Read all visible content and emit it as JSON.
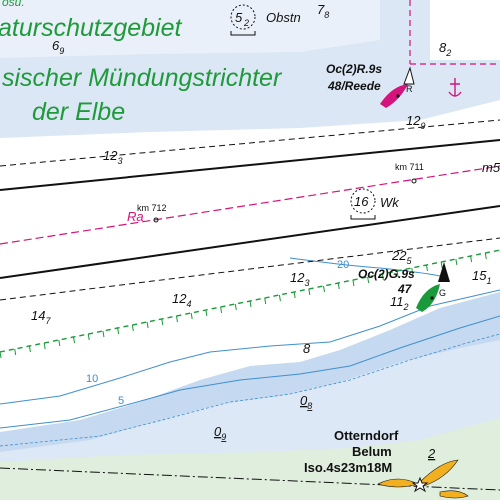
{
  "areas": {
    "reserve_name_line1": "aturschutzgebiet",
    "estuary_name_line1": "sischer Mündungstrichter",
    "estuary_name_line2": "der Elbe",
    "top_cut_text": "osu."
  },
  "channel": {
    "km_712": "km 712",
    "km_711": "km 711",
    "range_line_label": "Ra",
    "right_edge_label": "m5"
  },
  "obstructions": [
    {
      "depth_main": "5",
      "depth_sub": "2",
      "label": "Obstn"
    },
    {
      "depth_main": "16",
      "depth_sub": "",
      "label": "Wk"
    }
  ],
  "buoys": {
    "north": {
      "light": "Oc(2)R.9s",
      "name": "48/Reede",
      "letter": "R",
      "color": "#d4147c"
    },
    "south": {
      "light": "Oc(2)G.9s",
      "name": "47",
      "letter": "G",
      "color": "#1a9a3a"
    }
  },
  "lighthouse": {
    "name_line1": "Otterndorf",
    "name_line2": "Belum",
    "light": "Iso.4s23m18M",
    "sector_number": "2",
    "sector_color": "#f0b020"
  },
  "contours": [
    "20",
    "10",
    "5"
  ],
  "soundings": [
    {
      "main": "7",
      "sub": "8"
    },
    {
      "main": "6",
      "sub": "9"
    },
    {
      "main": "8",
      "sub": "2"
    },
    {
      "main": "12",
      "sub": "9"
    },
    {
      "main": "12",
      "sub": "3"
    },
    {
      "main": "22",
      "sub": "5"
    },
    {
      "main": "12",
      "sub": "3"
    },
    {
      "main": "15",
      "sub": "1"
    },
    {
      "main": "12",
      "sub": "4"
    },
    {
      "main": "11",
      "sub": "2"
    },
    {
      "main": "14",
      "sub": "7"
    },
    {
      "main": "8",
      "sub": ""
    },
    {
      "main": "0",
      "sub": "8"
    },
    {
      "main": "0",
      "sub": "9"
    }
  ],
  "colors": {
    "land": "#dfeedd",
    "shallow": "#c5d9f0",
    "intertidal": "#e6eef8",
    "deep": "#ffffff",
    "nature_text": "#1f9a3a",
    "magenta": "#d4147c",
    "contour": "#3f8fd0"
  }
}
